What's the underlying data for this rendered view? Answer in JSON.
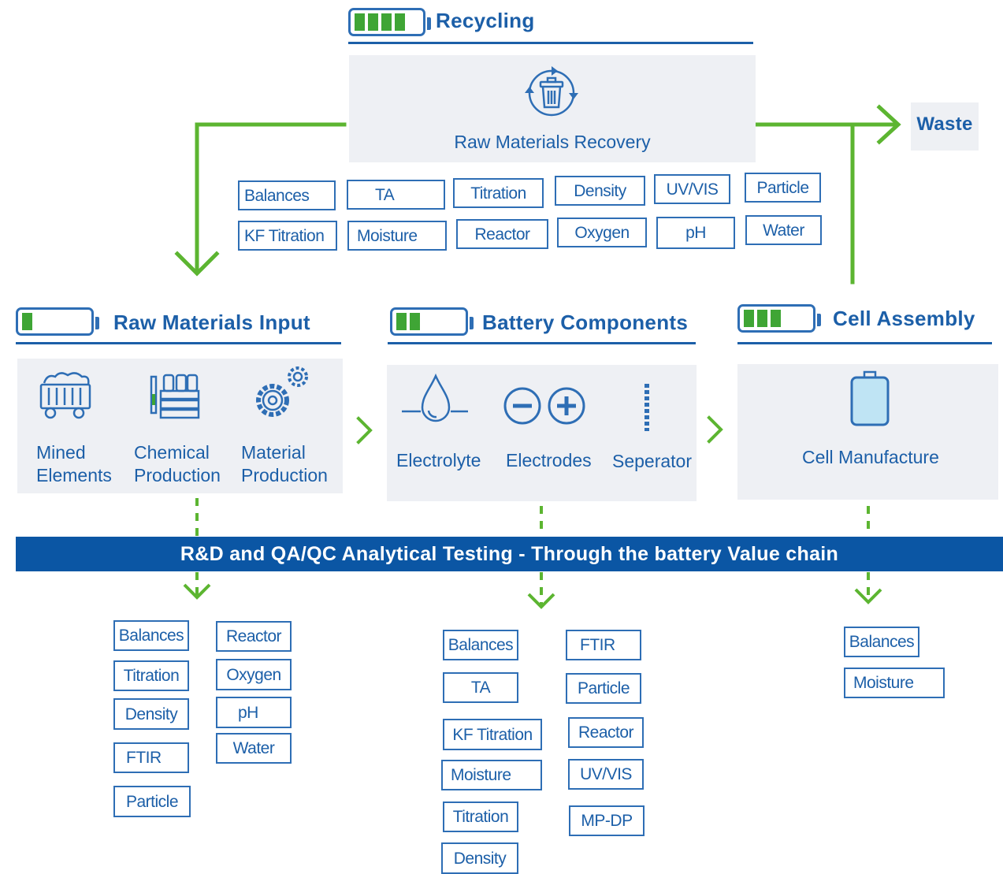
{
  "recycling": {
    "title": "Recycling",
    "panel_label": "Raw Materials Recovery",
    "tests_row1": [
      "Balances",
      "TA",
      "Titration",
      "Density",
      "UV/VIS",
      "Particle"
    ],
    "tests_row2": [
      "KF Titration",
      "Moisture",
      "Reactor",
      "Oxygen",
      "pH",
      "Water"
    ],
    "charge_bars": 4
  },
  "waste": {
    "label": "Waste"
  },
  "stages": [
    {
      "title": "Raw Materials Input",
      "charge_bars": 1,
      "items": [
        {
          "label": "Mined\nElements",
          "icon": "mining-cart-icon"
        },
        {
          "label": "Chemical\nProduction",
          "icon": "chemical-lab-icon"
        },
        {
          "label": "Material\nProduction",
          "icon": "gears-icon"
        }
      ]
    },
    {
      "title": "Battery Components",
      "charge_bars": 2,
      "items": [
        {
          "label": "Electrolyte",
          "icon": "droplet-icon"
        },
        {
          "label": "Electrodes",
          "icon": "minus-plus-icon"
        },
        {
          "label": "Seperator",
          "icon": "dotted-line-icon"
        }
      ]
    },
    {
      "title": "Cell Assembly",
      "charge_bars": 3,
      "items": [
        {
          "label": "Cell Manufacture",
          "icon": "battery-cell-icon"
        }
      ]
    }
  ],
  "banner": {
    "text": "R&D and QA/QC Analytical Testing - Through the battery Value chain"
  },
  "testing": {
    "raw_materials": {
      "col1": [
        "Balances",
        "Titration",
        "Density",
        "FTIR",
        "Particle"
      ],
      "col2": [
        "Reactor",
        "Oxygen",
        "pH",
        "Water"
      ]
    },
    "battery_components": {
      "col1": [
        "Balances",
        "TA",
        "KF Titration",
        "Moisture",
        "Titration",
        "Density"
      ],
      "col2": [
        "FTIR",
        "Particle",
        "Reactor",
        "UV/VIS",
        "MP-DP"
      ]
    },
    "cell_assembly": {
      "col1": [
        "Balances",
        "Moisture"
      ]
    }
  },
  "colors": {
    "accent_blue": "#1c5fa8",
    "banner_blue": "#0b56a4",
    "arrow_green": "#5cb531",
    "panel_gray": "#eef0f4"
  }
}
